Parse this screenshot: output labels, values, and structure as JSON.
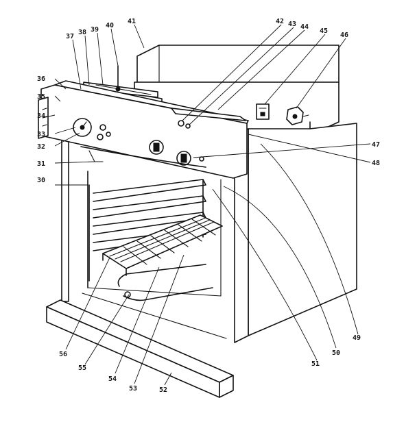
{
  "labels": {
    "p30": "30",
    "p31": "31",
    "p32": "32",
    "p33": "33",
    "p34": "34",
    "p35": "35",
    "p36": "36",
    "p37": "37",
    "p38": "38",
    "p39": "39",
    "p40": "40",
    "p41": "41",
    "p42": "42",
    "p43": "43",
    "p44": "44",
    "p45": "45",
    "p46": "46",
    "p47": "47",
    "p48": "48",
    "p49": "49",
    "p50": "50",
    "p51": "51",
    "p52": "52",
    "p53": "53",
    "p54": "54",
    "p55": "55",
    "p56": "56"
  }
}
